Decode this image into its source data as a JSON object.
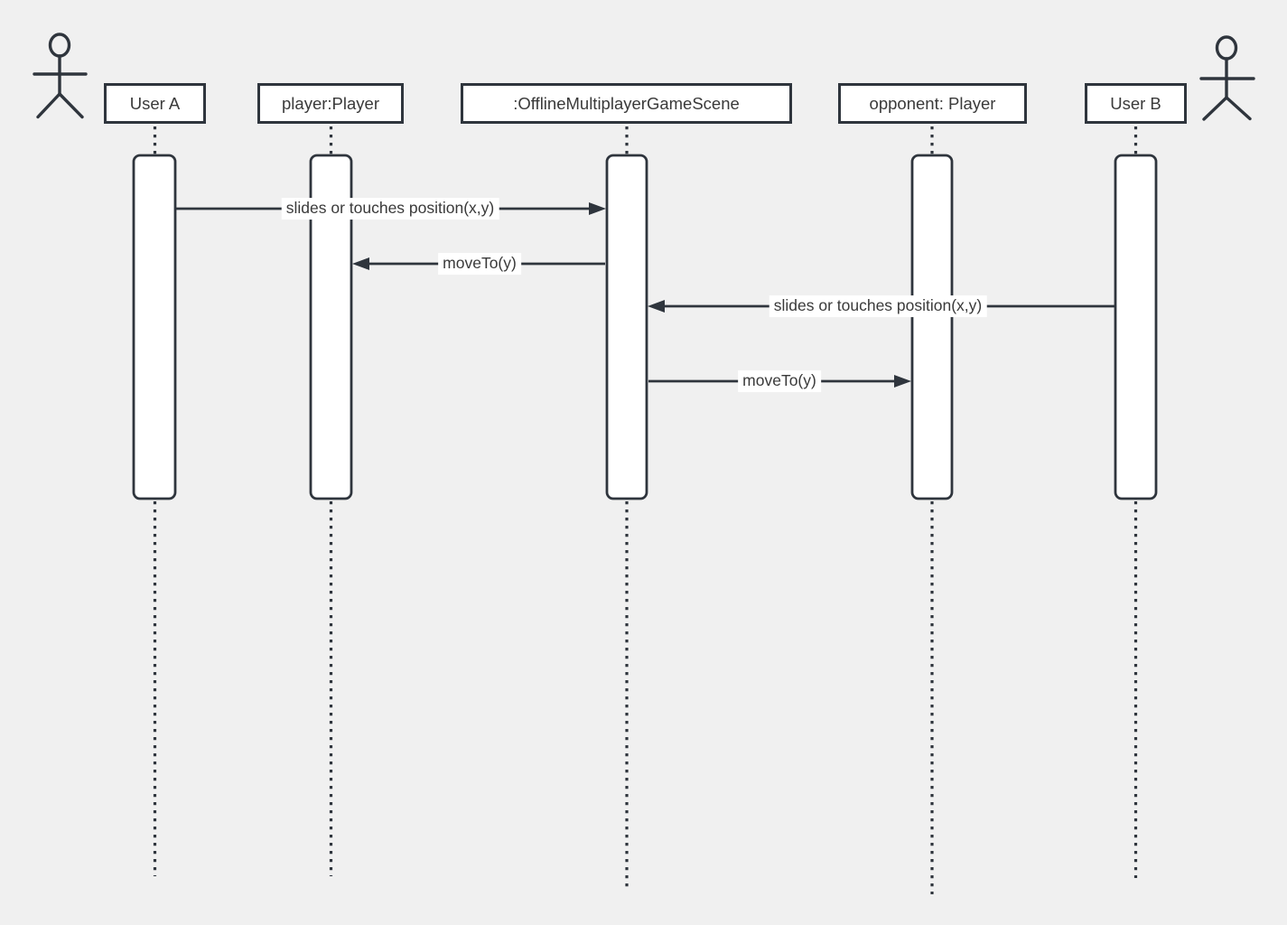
{
  "diagram": {
    "type": "uml-sequence-diagram",
    "colors": {
      "background": "#f0f0f0",
      "stroke": "#2f353d",
      "shape_fill": "#ffffff",
      "text": "#3a3a3a"
    },
    "participants": [
      {
        "label": "User A",
        "icon": "stick-figure-actor-icon",
        "icon_side": "left",
        "has_activation_bar": true
      },
      {
        "label": "player:Player",
        "has_activation_bar": true
      },
      {
        "label": ":OfflineMultiplayerGameScene",
        "has_activation_bar": true
      },
      {
        "label": "opponent: Player",
        "has_activation_bar": true
      },
      {
        "label": "User B",
        "icon": "stick-figure-actor-icon",
        "icon_side": "right",
        "has_activation_bar": true
      }
    ],
    "messages": [
      {
        "from": "User A",
        "to": ":OfflineMultiplayerGameScene",
        "label": "slides or touches position(x,y)",
        "direction": "right",
        "style": "solid-filled-arrow"
      },
      {
        "from": ":OfflineMultiplayerGameScene",
        "to": "player:Player",
        "label": "moveTo(y)",
        "direction": "left",
        "style": "solid-filled-arrow"
      },
      {
        "from": "User B",
        "to": ":OfflineMultiplayerGameScene",
        "label": "slides or touches position(x,y)",
        "direction": "left",
        "style": "solid-filled-arrow"
      },
      {
        "from": ":OfflineMultiplayerGameScene",
        "to": "opponent: Player",
        "label": "moveTo(y)",
        "direction": "right",
        "style": "solid-filled-arrow"
      }
    ]
  }
}
